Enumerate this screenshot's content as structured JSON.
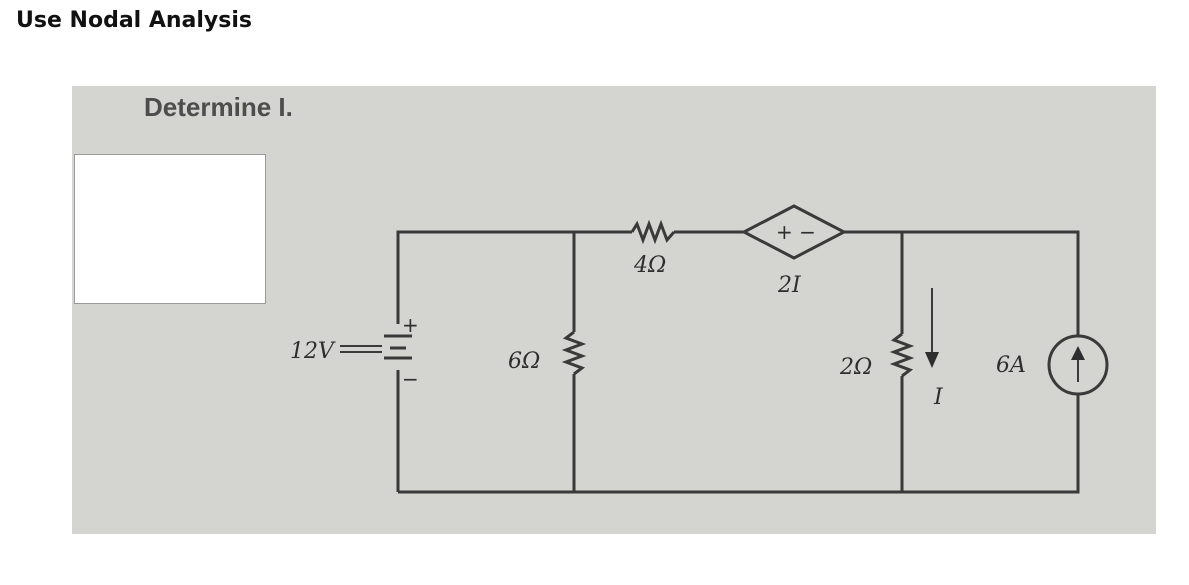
{
  "header": {
    "text": "Use Nodal Analysis"
  },
  "problem": {
    "title": "Determine I.",
    "answer_box": ""
  },
  "circuit": {
    "voltage_source": {
      "label": "12V",
      "plus": "+",
      "minus": "−"
    },
    "resistor_left": {
      "label": "6Ω"
    },
    "resistor_top": {
      "label": "4Ω"
    },
    "dependent_source": {
      "label": "2I",
      "polarity": "+ −"
    },
    "resistor_right": {
      "label": "2Ω"
    },
    "current_marker": {
      "label": "I"
    },
    "current_source": {
      "label": "6A"
    }
  }
}
